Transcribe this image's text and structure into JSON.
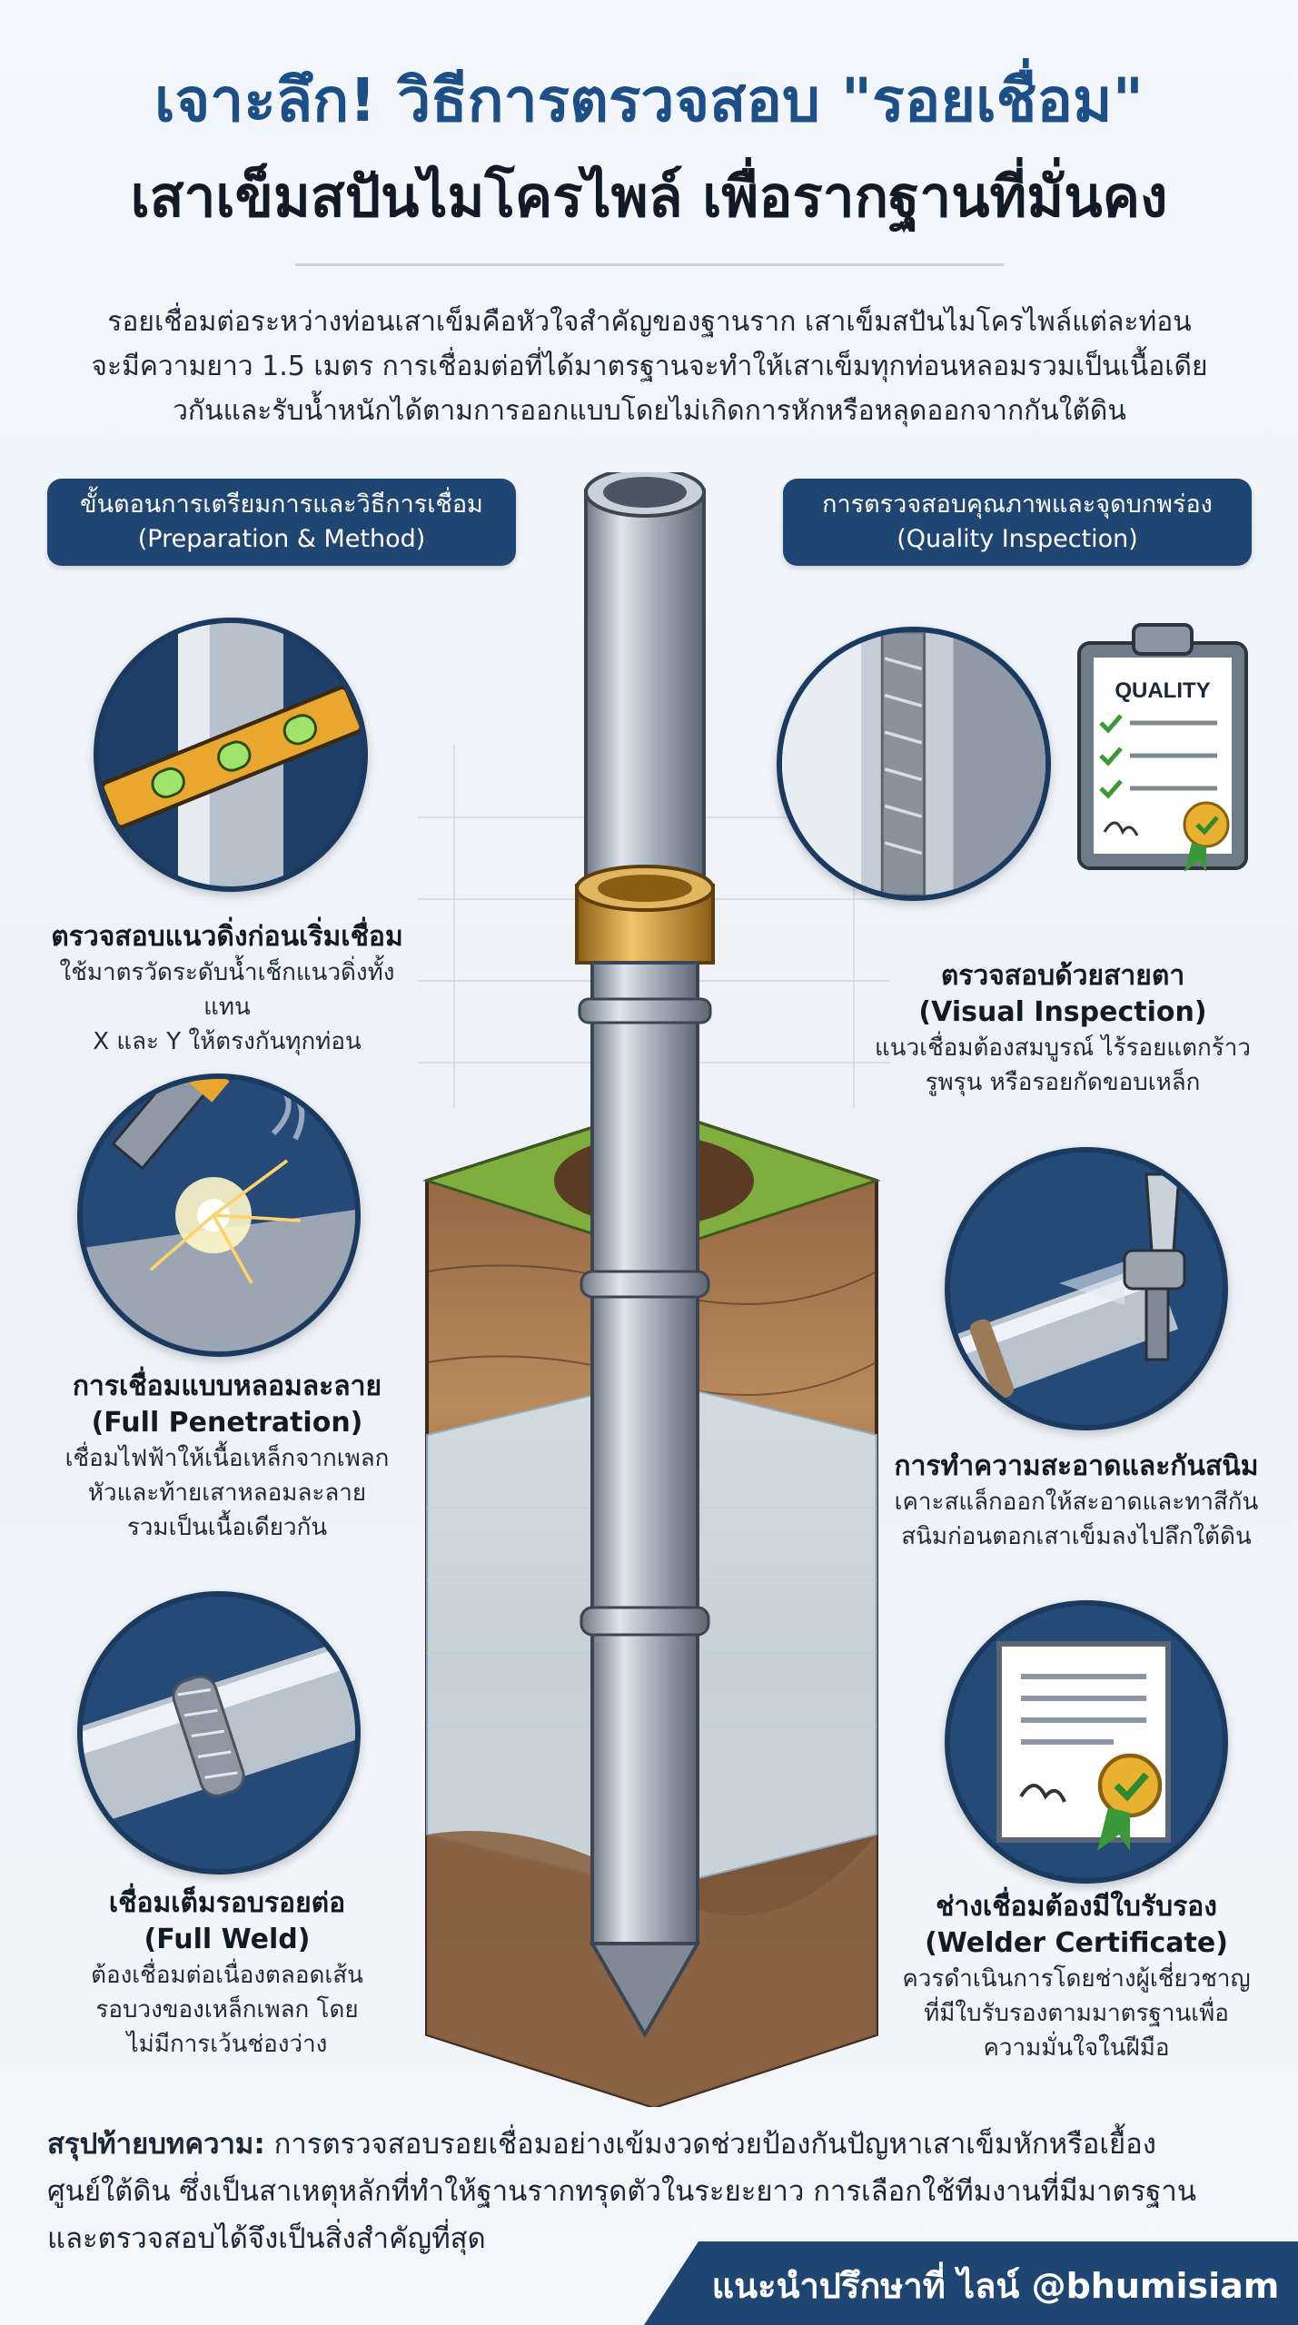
{
  "header": {
    "title_line1": "เจาะลึก! วิธีการตรวจสอบ \"รอยเชื่อม\"",
    "title_line2": "เสาเข็มสปันไมโครไพล์ เพื่อรากฐานที่มั่นคง"
  },
  "intro": {
    "line1": "รอยเชื่อมต่อระหว่างท่อนเสาเข็มคือหัวใจสำคัญของฐานราก เสาเข็มสปันไมโครไพล์แต่ละท่อน",
    "line2": "จะมีความยาว 1.5 เมตร การเชื่อมต่อที่ได้มาตรฐานจะทำให้เสาเข็มทุกท่อนหลอมรวมเป็นเนื้อเดีย",
    "line3": "วกันและรับน้ำหนักได้ตามการออกแบบโดยไม่เกิดการหักหรือหลุดออกจากกันใต้ดิน"
  },
  "left_panel": {
    "header_line1": "ขั้นตอนการเตรียมการและวิธีการเชื่อม",
    "header_line2": "(Preparation & Method)",
    "items": [
      {
        "icon": "spirit-level-icon",
        "title": "ตรวจสอบแนวดิ่งก่อนเริ่มเชื่อม",
        "subtitle": "",
        "desc1": "ใช้มาตรวัดระดับน้ำเช็กแนวดิ่งทั้งแทน",
        "desc2": "X และ Y ให้ตรงกันทุกท่อน",
        "desc3": ""
      },
      {
        "icon": "welding-torch-icon",
        "title": "การเชื่อมแบบหลอมละลาย",
        "subtitle": "(Full Penetration)",
        "desc1": "เชื่อมไฟฟ้าให้เนื้อเหล็กจากเพลก",
        "desc2": "หัวและท้ายเสาหลอมละลาย",
        "desc3": "รวมเป็นเนื้อเดียวกัน"
      },
      {
        "icon": "weld-bead-icon",
        "title": "เชื่อมเต็มรอบรอยต่อ",
        "subtitle": "(Full Weld)",
        "desc1": "ต้องเชื่อมต่อเนื่องตลอดเส้น",
        "desc2": "รอบวงของเหล็กเพลก โดย",
        "desc3": "ไม่มีการเว้นช่องว่าง"
      }
    ]
  },
  "right_panel": {
    "header_line1": "การตรวจสอบคุณภาพและจุดบกพร่อง",
    "header_line2": "(Quality Inspection)",
    "clipboard_label": "QUALITY",
    "items": [
      {
        "icon": "weld-closeup-icon",
        "title": "ตรวจสอบด้วยสายตา",
        "subtitle": "(Visual Inspection)",
        "desc1": "แนวเชื่อมต้องสมบูรณ์ ไร้รอยแตกร้าว",
        "desc2": "รูพรุน หรือรอยกัดขอบเหล็ก",
        "desc3": ""
      },
      {
        "icon": "spray-gun-icon",
        "title": "การทำความสะอาดและกันสนิม",
        "subtitle": "",
        "desc1": "เคาะสแล็กออกให้สะอาดและทาสีกัน",
        "desc2": "สนิมก่อนตอกเสาเข็มลงไปลึกใต้ดิน",
        "desc3": ""
      },
      {
        "icon": "certificate-icon",
        "title": "ช่างเชื่อมต้องมีใบรับรอง",
        "subtitle": "(Welder Certificate)",
        "desc1": "ควรดำเนินการโดยช่างผู้เชี่ยวชาญ",
        "desc2": "ที่มีใบรับรองตามมาตรฐานเพื่อ",
        "desc3": "ความมั่นใจในฝีมือ"
      }
    ]
  },
  "summary": {
    "label": "สรุปท้ายบทความ:",
    "line1": " การตรวจสอบรอยเชื่อมอย่างเข้มงวดช่วยป้องกันปัญหาเสาเข็มหักหรือเยื้อง",
    "line2": "ศูนย์ใต้ดิน ซึ่งเป็นสาเหตุหลักที่ทำให้ฐานรากทรุดตัวในระยะยาว การเลือกใช้ทีมงานที่มีมาตรฐาน",
    "line3": "และตรวจสอบได้จึงเป็นสิ่งสำคัญที่สุด"
  },
  "footer": {
    "cta": "แนะนำปรึกษาที่ ไลน์ @bhumisiam"
  },
  "colors": {
    "navy": "#1f4573",
    "title_blue": "#1d4f87",
    "steel": "#9aa6b3",
    "brass": "#c8942f",
    "grass": "#7fae3e"
  }
}
